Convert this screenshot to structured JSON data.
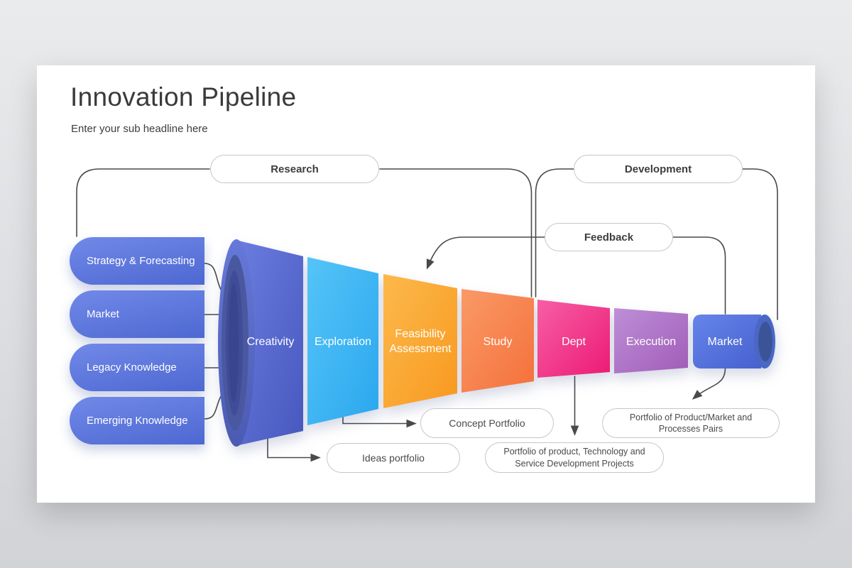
{
  "slide": {
    "title": "Innovation Pipeline",
    "subtitle": "Enter your sub headline here"
  },
  "phase_labels": {
    "research": "Research",
    "development": "Development",
    "feedback": "Feedback"
  },
  "inputs": [
    {
      "label": "Strategy & Forecasting"
    },
    {
      "label": "Market"
    },
    {
      "label": "Legacy Knowledge"
    },
    {
      "label": "Emerging Knowledge"
    }
  ],
  "funnel": {
    "stages": [
      {
        "label": "Creativity",
        "color_from": "#6B7EE0",
        "color_to": "#4757BE"
      },
      {
        "label": "Exploration",
        "color_from": "#55C4F8",
        "color_to": "#2BA7EE"
      },
      {
        "label": "Feasibility Assessment",
        "color_from": "#FCB94C",
        "color_to": "#F8991F"
      },
      {
        "label": "Study",
        "color_from": "#F99A67",
        "color_to": "#F5703A"
      },
      {
        "label": "Dept",
        "color_from": "#F75FA5",
        "color_to": "#EC1A74"
      },
      {
        "label": "Execution",
        "color_from": "#BE8FD6",
        "color_to": "#A05CB8"
      },
      {
        "label": "Market",
        "color_from": "#6585EA",
        "color_to": "#4760CE"
      }
    ]
  },
  "outputs": [
    {
      "label": "Ideas portfolio"
    },
    {
      "label": "Concept Portfolio"
    },
    {
      "label": "Portfolio of product, Technology and Service Development Projects"
    },
    {
      "label": "Portfolio of Product/Market and Processes Pairs"
    }
  ],
  "colors": {
    "connector_line": "#4A4A4A",
    "pill_border": "#C7C7C7",
    "stage_text": "#FFFFFF",
    "title_text": "#3A3A3A",
    "input_box_from": "#7189E8",
    "input_box_to": "#4D68D2",
    "funnel_mouth_ring": "#4A58A0",
    "funnel_mouth_core": "#39458C"
  }
}
